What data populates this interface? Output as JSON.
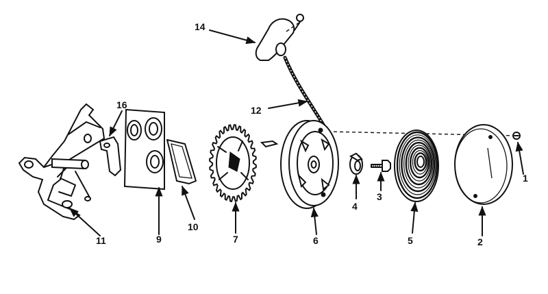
{
  "callouts": [
    {
      "id": "1",
      "text": "1"
    },
    {
      "id": "2",
      "text": "2"
    },
    {
      "id": "3",
      "text": "3"
    },
    {
      "id": "4",
      "text": "4"
    },
    {
      "id": "5",
      "text": "5"
    },
    {
      "id": "6",
      "text": "6"
    },
    {
      "id": "7",
      "text": "7"
    },
    {
      "id": "9",
      "text": "9"
    },
    {
      "id": "10",
      "text": "10"
    },
    {
      "id": "11",
      "text": "11"
    },
    {
      "id": "12",
      "text": "12"
    },
    {
      "id": "14",
      "text": "14"
    },
    {
      "id": "16",
      "text": "16"
    }
  ]
}
